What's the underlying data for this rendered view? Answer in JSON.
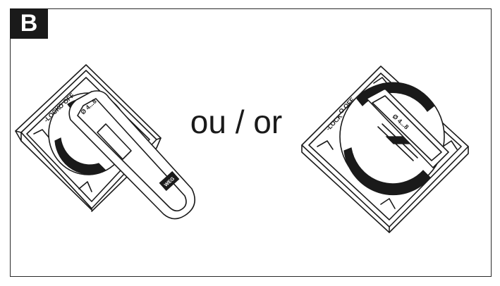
{
  "figure": {
    "badge_label": "B",
    "separator_text": "ou / or",
    "handle_switch": {
      "off_marking": "O OFF",
      "diameter_marking": "Ø 4...8",
      "side_marking": "-LOCK"
    },
    "knob_switch": {
      "off_marking": "O OFF",
      "diameter_marking": "Ø 4...8",
      "side_marking": "-LOCK"
    }
  },
  "colors": {
    "line": "#1a1a1a",
    "background": "#ffffff",
    "badge": "#1a1a1a"
  }
}
